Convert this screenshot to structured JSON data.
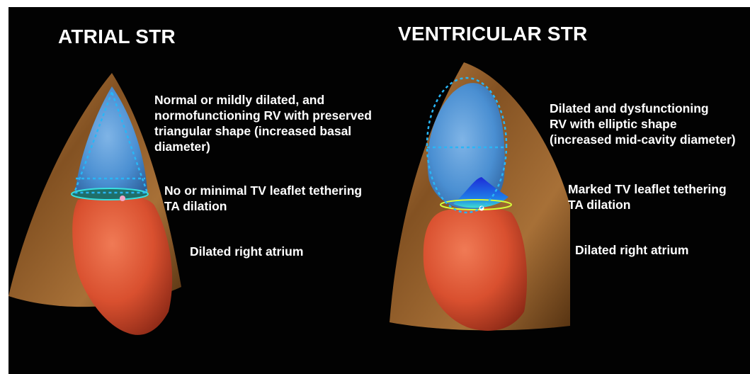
{
  "colors": {
    "background": "#020202",
    "text": "#ffffff",
    "right_ventricle": "#4a8fd2",
    "right_atrium": "#d9502f",
    "dotted_outline": "#29b6f6",
    "tissue": "#8a5624"
  },
  "atrial": {
    "title": "ATRIAL STR",
    "rv_lines": [
      "Normal or mildly dilated, and",
      "normofunctioning RV with preserved",
      "triangular shape  (increased basal",
      "diameter)"
    ],
    "tv_lines": [
      "No or minimal TV leaflet tethering",
      "TA dilation"
    ],
    "ra_label": "Dilated right atrium"
  },
  "ventricular": {
    "title": "VENTRICULAR STR",
    "rv_lines": [
      "Dilated and dysfunctioning",
      "RV with elliptic shape",
      "(increased mid-cavity diameter)"
    ],
    "tv_lines": [
      "Marked TV leaflet tethering",
      "TA dilation"
    ],
    "ra_label": "Dilated right atrium"
  }
}
